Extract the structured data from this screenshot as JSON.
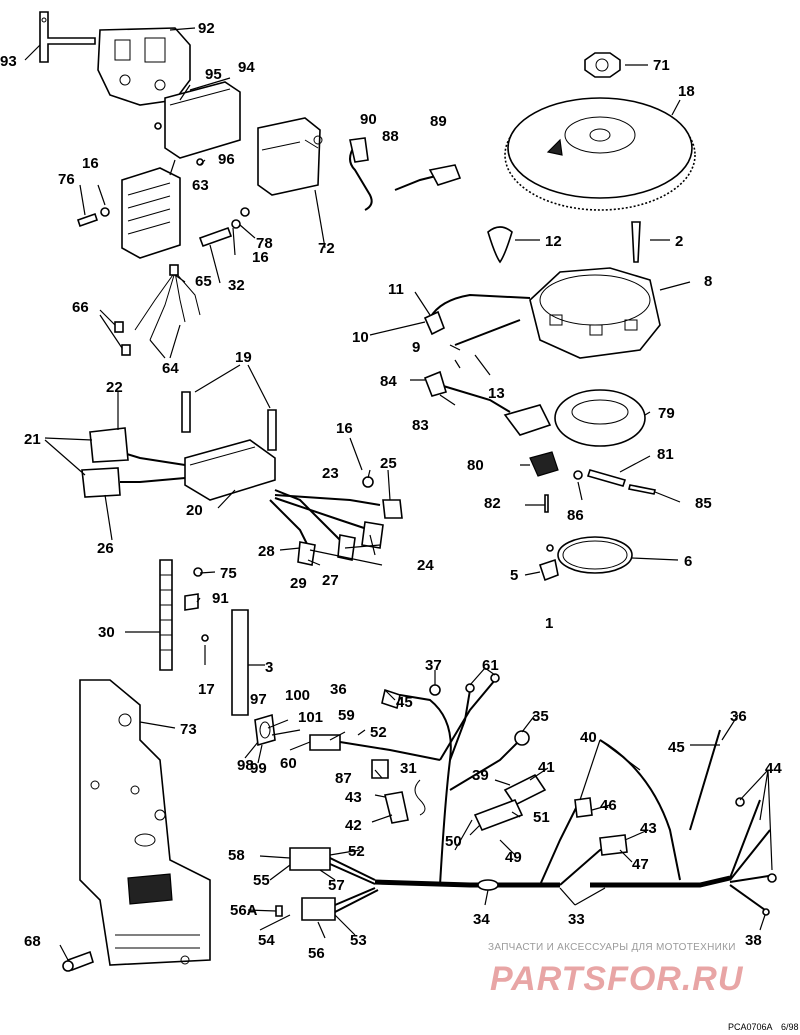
{
  "diagram": {
    "part_numbers": [
      "1",
      "2",
      "3",
      "5",
      "6",
      "8",
      "9",
      "10",
      "11",
      "12",
      "13",
      "16",
      "16",
      "16",
      "17",
      "18",
      "19",
      "20",
      "21",
      "22",
      "23",
      "24",
      "25",
      "26",
      "27",
      "28",
      "29",
      "30",
      "31",
      "32",
      "33",
      "34",
      "35",
      "36",
      "36",
      "37",
      "38",
      "39",
      "40",
      "41",
      "42",
      "43",
      "43",
      "44",
      "45",
      "45",
      "46",
      "47",
      "49",
      "50",
      "51",
      "52",
      "52",
      "53",
      "54",
      "55",
      "56",
      "56A",
      "57",
      "58",
      "59",
      "60",
      "61",
      "63",
      "64",
      "65",
      "66",
      "68",
      "71",
      "72",
      "73",
      "75",
      "76",
      "78",
      "79",
      "80",
      "81",
      "82",
      "83",
      "84",
      "85",
      "86",
      "87",
      "88",
      "89",
      "90",
      "91",
      "92",
      "93",
      "94",
      "95",
      "96",
      "97",
      "98",
      "99",
      "100",
      "101"
    ],
    "figure_code": "PCA0706A",
    "figure_date": "6/98"
  },
  "watermark": {
    "tagline": "ЗАПЧАСТИ И АКСЕССУАРЫ ДЛЯ МОТОТЕХНИКИ",
    "logo": "PARTSFOR.RU"
  }
}
